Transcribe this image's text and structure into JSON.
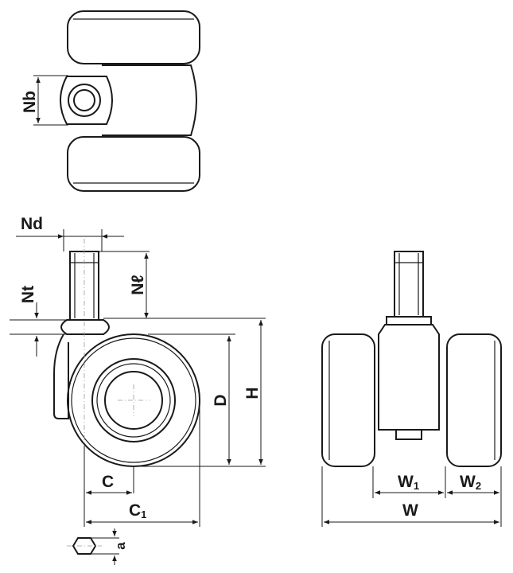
{
  "labels": {
    "nb": "Nb",
    "nd": "Nd",
    "nt": "Nt",
    "nl": "Nℓ",
    "d": "D",
    "h": "H",
    "c": "C",
    "c1": "C",
    "c1_sub": "1",
    "w": "W",
    "w1": "W",
    "w1_sub": "1",
    "w2": "W",
    "w2_sub": "2",
    "a": "a"
  }
}
